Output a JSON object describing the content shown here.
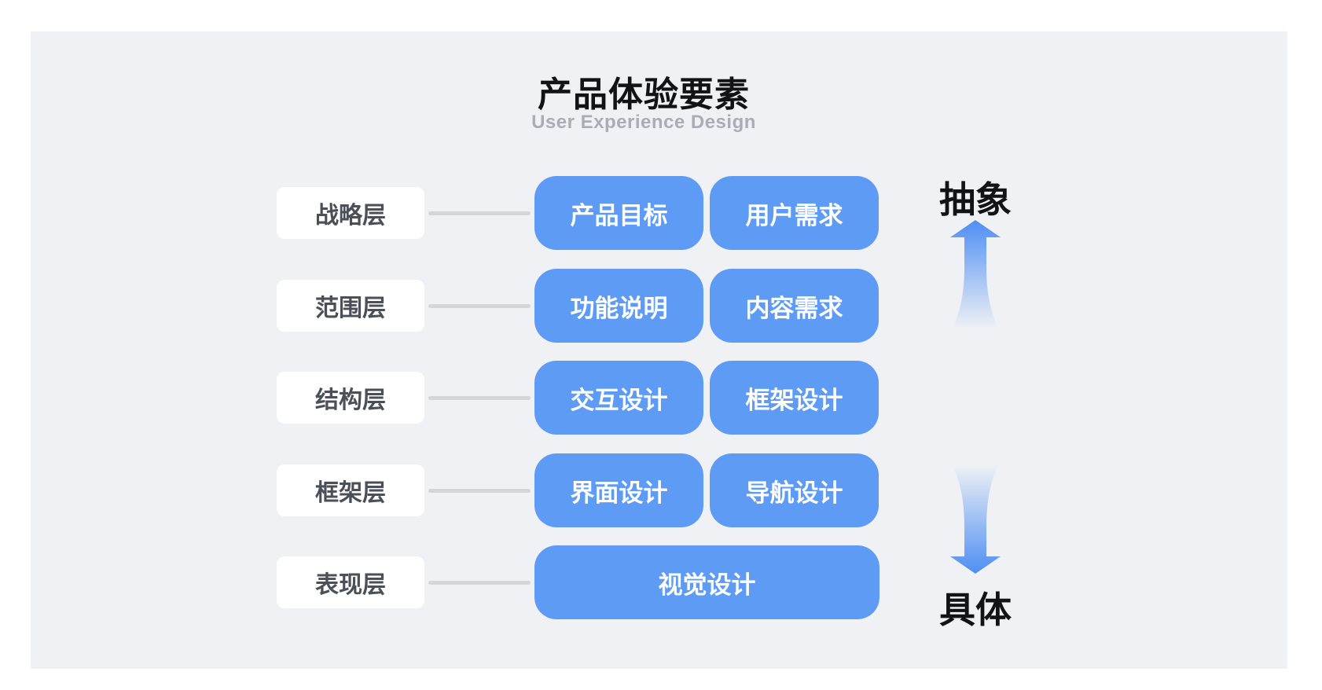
{
  "header": {
    "title": "产品体验要素",
    "subtitle": "User Experience Design"
  },
  "layers": [
    {
      "label": "战略层",
      "boxes": [
        "产品目标",
        "用户需求"
      ]
    },
    {
      "label": "范围层",
      "boxes": [
        "功能说明",
        "内容需求"
      ]
    },
    {
      "label": "结构层",
      "boxes": [
        "交互设计",
        "框架设计"
      ]
    },
    {
      "label": "框架层",
      "boxes": [
        "界面设计",
        "导航设计"
      ]
    },
    {
      "label": "表现层",
      "boxes": [
        "视觉设计"
      ]
    }
  ],
  "axis": {
    "top_label": "抽象",
    "bottom_label": "具体"
  },
  "icons": {
    "up_arrow": "up-arrow-icon",
    "down_arrow": "down-arrow-icon"
  },
  "colors": {
    "page_bg": "#FFFFFF",
    "card_bg": "#EFF1F5",
    "pill_blue": "#5E9BF5",
    "pill_text": "#FFFFFF",
    "label_box_bg": "#FFFFFF",
    "label_text": "#4A4F58",
    "connector_gray": "#D4D6DA",
    "title_text": "#121316",
    "subtitle_text": "#A9ADB5",
    "arrow_blue": "#4E8EF3"
  }
}
